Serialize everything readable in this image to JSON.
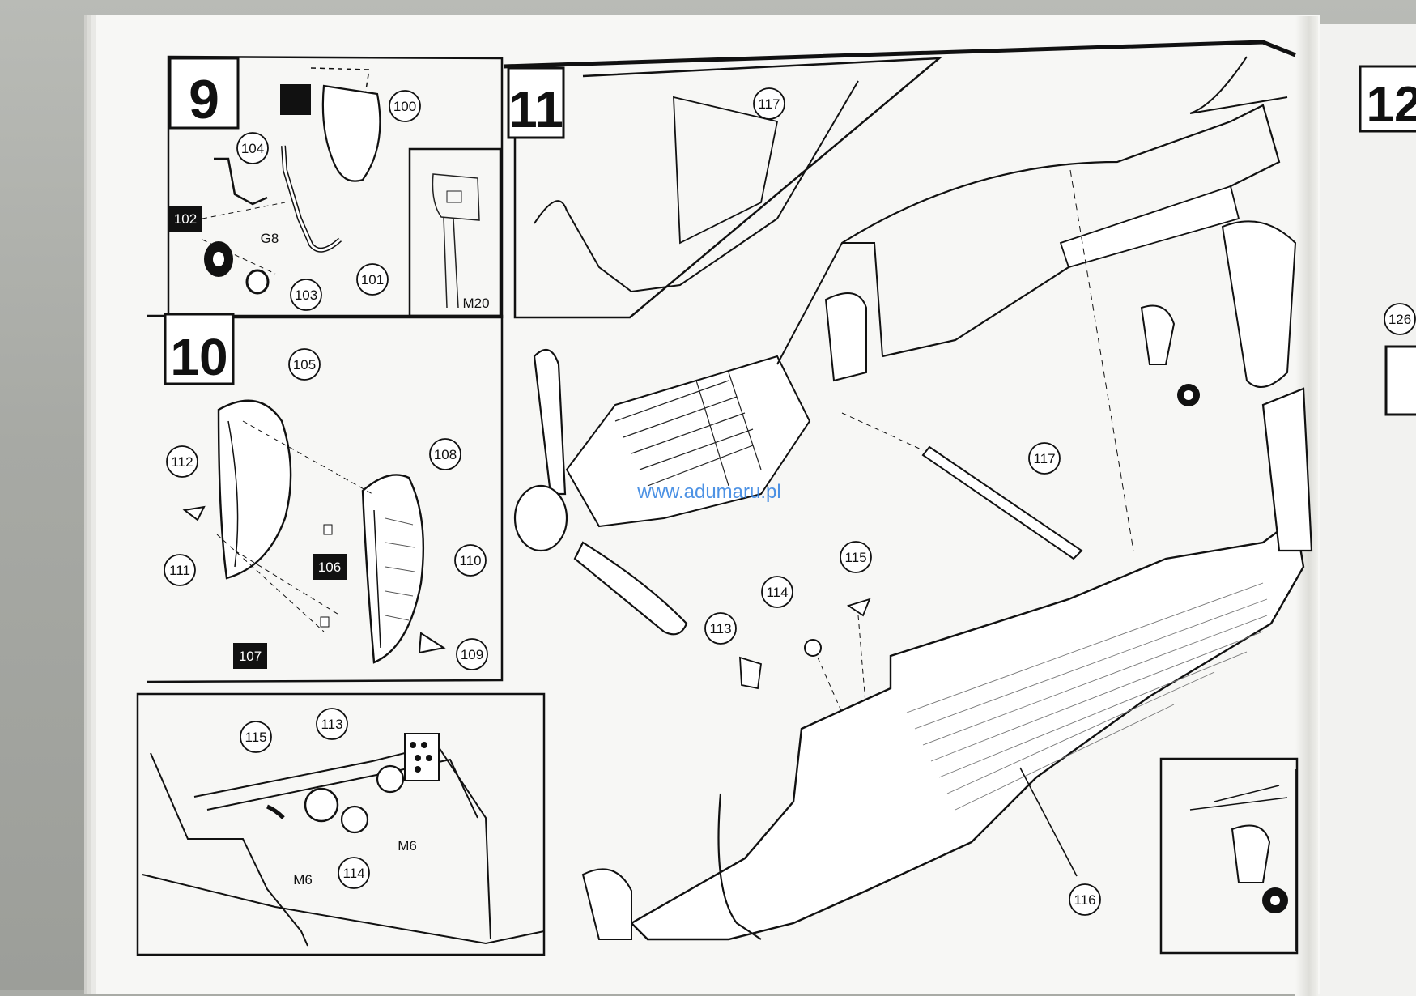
{
  "steps": {
    "s9": "9",
    "s10": "10",
    "s11": "11",
    "s12": "12"
  },
  "callouts": {
    "c100": "100",
    "c101": "101",
    "c102": "102",
    "c103": "103",
    "c104": "104",
    "c105": "105",
    "c106": "106",
    "c107": "107",
    "c108": "108",
    "c109": "109",
    "c110": "110",
    "c111": "111",
    "c112": "112",
    "c113": "113",
    "c114": "114",
    "c115": "115",
    "c116": "116",
    "c117": "117",
    "c126": "126"
  },
  "labels": {
    "g8": "G8",
    "m20": "M20",
    "m6a": "M6",
    "m6b": "M6"
  },
  "watermark": "www.adumaru.pl"
}
